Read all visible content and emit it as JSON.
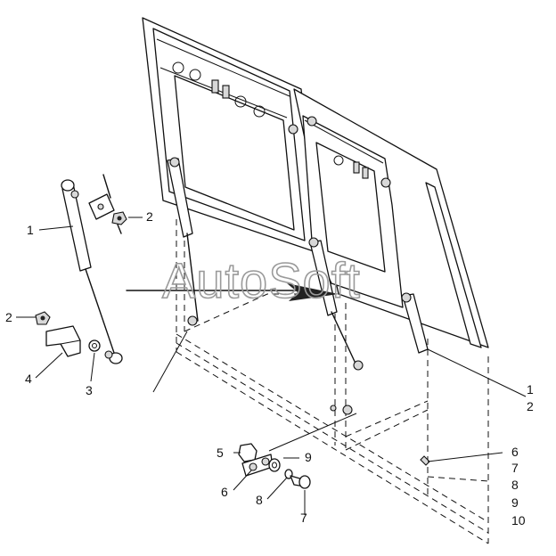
{
  "watermark": "AutoSoft",
  "callouts": {
    "c_1_left": "1",
    "c_2_upper_left": "2",
    "c_2_mid_left": "2",
    "c_4": "4",
    "c_3": "3",
    "c_1_right": "1",
    "c_2_right": "2",
    "c_5": "5",
    "c_9_center": "9",
    "c_6_center": "6",
    "c_8_center": "8",
    "c_7_center": "7",
    "c_6_right": "6",
    "c_7_right": "7",
    "c_8_right": "8",
    "c_9_right": "9",
    "c_10_right": "10"
  }
}
